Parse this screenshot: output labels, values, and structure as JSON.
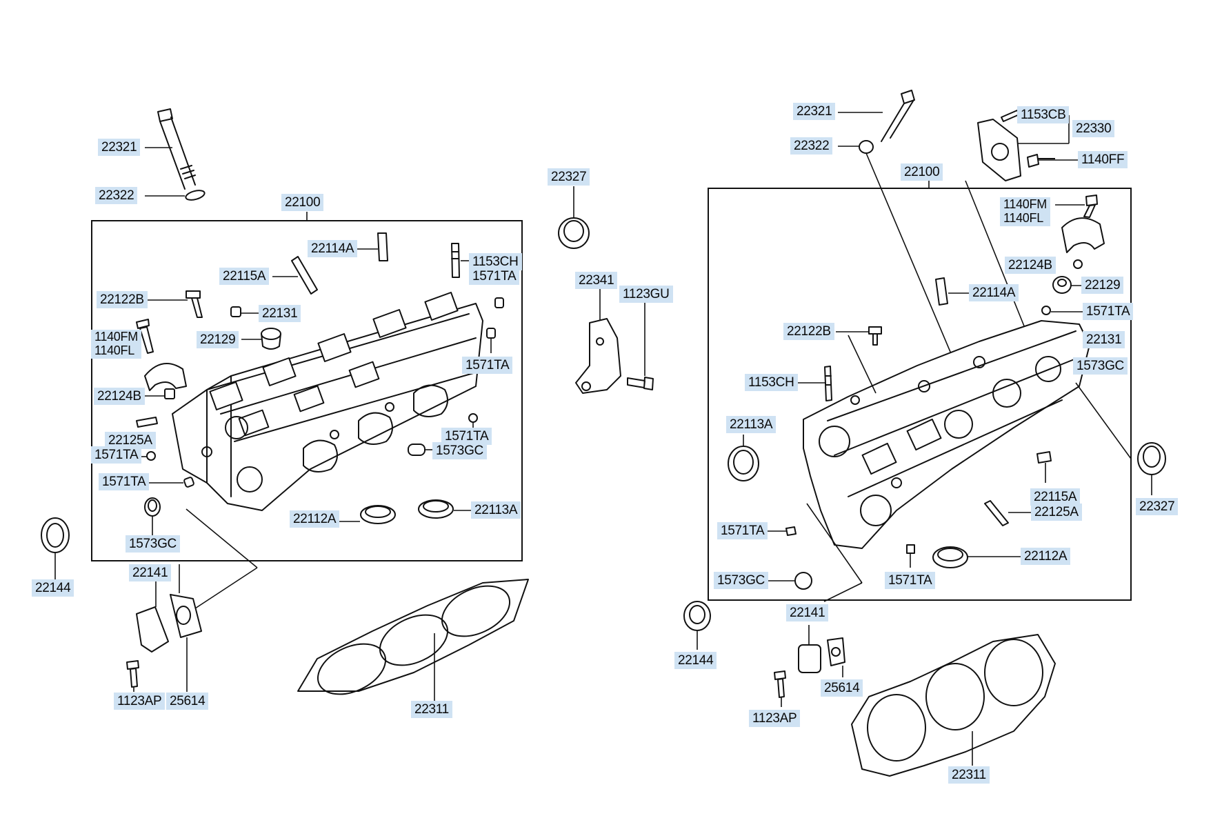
{
  "labels": {
    "l_22321": "22321",
    "l_22322": "22322",
    "l_22100": "22100",
    "l_22114A": "22114A",
    "l_22115A": "22115A",
    "l_1153CH": "1153CH",
    "l_1571TA_top": "1571TA",
    "l_22122B": "22122B",
    "l_22131": "22131",
    "l_1140FM": "1140FM",
    "l_1140FL": "1140FL",
    "l_22129": "22129",
    "l_1571TA_mid": "1571TA",
    "l_22124B": "22124B",
    "l_22125A": "22125A",
    "l_1571TA_a": "1571TA",
    "l_1571TA_b": "1571TA",
    "l_1573GC": "1573GC",
    "l_1571TA_c": "1571TA",
    "l_1573GC_b": "1573GC",
    "l_22112A": "22112A",
    "l_22113A": "22113A",
    "l_22144": "22144",
    "l_22141": "22141",
    "l_1123AP": "1123AP",
    "l_25614": "25614",
    "l_22311": "22311"
  },
  "center_labels": {
    "c_22327": "22327",
    "c_22341": "22341",
    "c_1123GU": "1123GU"
  },
  "right_labels": {
    "r_22321": "22321",
    "r_22322": "22322",
    "r_1153CB": "1153CB",
    "r_22330": "22330",
    "r_1140FF": "1140FF",
    "r_22100": "22100",
    "r_1140FM": "1140FM",
    "r_1140FL": "1140FL",
    "r_22124B": "22124B",
    "r_22129": "22129",
    "r_22114A": "22114A",
    "r_1571TA_a": "1571TA",
    "r_22122B": "22122B",
    "r_22131": "22131",
    "r_1573GC_a": "1573GC",
    "r_1153CH": "1153CH",
    "r_22113A": "22113A",
    "r_22115A": "22115A",
    "r_22327": "22327",
    "r_22125A": "22125A",
    "r_1571TA_b": "1571TA",
    "r_22112A": "22112A",
    "r_1573GC_b": "1573GC",
    "r_1571TA_c": "1571TA",
    "r_22141": "22141",
    "r_22144": "22144",
    "r_25614": "25614",
    "r_1123AP": "1123AP",
    "r_22311": "22311"
  }
}
